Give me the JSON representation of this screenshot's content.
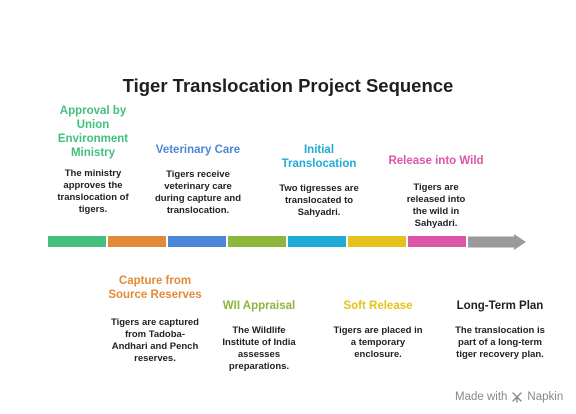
{
  "title": "Tiger Translocation Project Sequence",
  "steps": [
    {
      "title": "Approval by Union Environment Ministry",
      "desc": "The ministry approves the translocation of tigers.",
      "color": "#43c07e"
    },
    {
      "title": "Capture from Source Reserves",
      "desc": "Tigers are captured from Tadoba-Andhari and Pench reserves.",
      "color": "#e38a3a"
    },
    {
      "title": "Veterinary Care",
      "desc": "Tigers receive veterinary care during capture and translocation.",
      "color": "#4d86d8"
    },
    {
      "title": "WII Appraisal",
      "desc": "The Wildlife Institute of India assesses preparations.",
      "color": "#8cb63c"
    },
    {
      "title": "Initial Translocation",
      "desc": "Two tigresses are translocated to Sahyadri.",
      "color": "#22aad6"
    },
    {
      "title": "Soft Release",
      "desc": "Tigers are placed in a temporary enclosure.",
      "color": "#e4c21c"
    },
    {
      "title": "Release into Wild",
      "desc": "Tigers are released into the wild in Sahyadri.",
      "color": "#dd55a8"
    },
    {
      "title": "Long-Term Plan",
      "desc": "The translocation is part of a long-term tiger recovery plan.",
      "color": "#222222"
    }
  ],
  "arrow_color": "#9a9a9a",
  "footer": {
    "text": "Made with",
    "brand": "Napkin"
  }
}
